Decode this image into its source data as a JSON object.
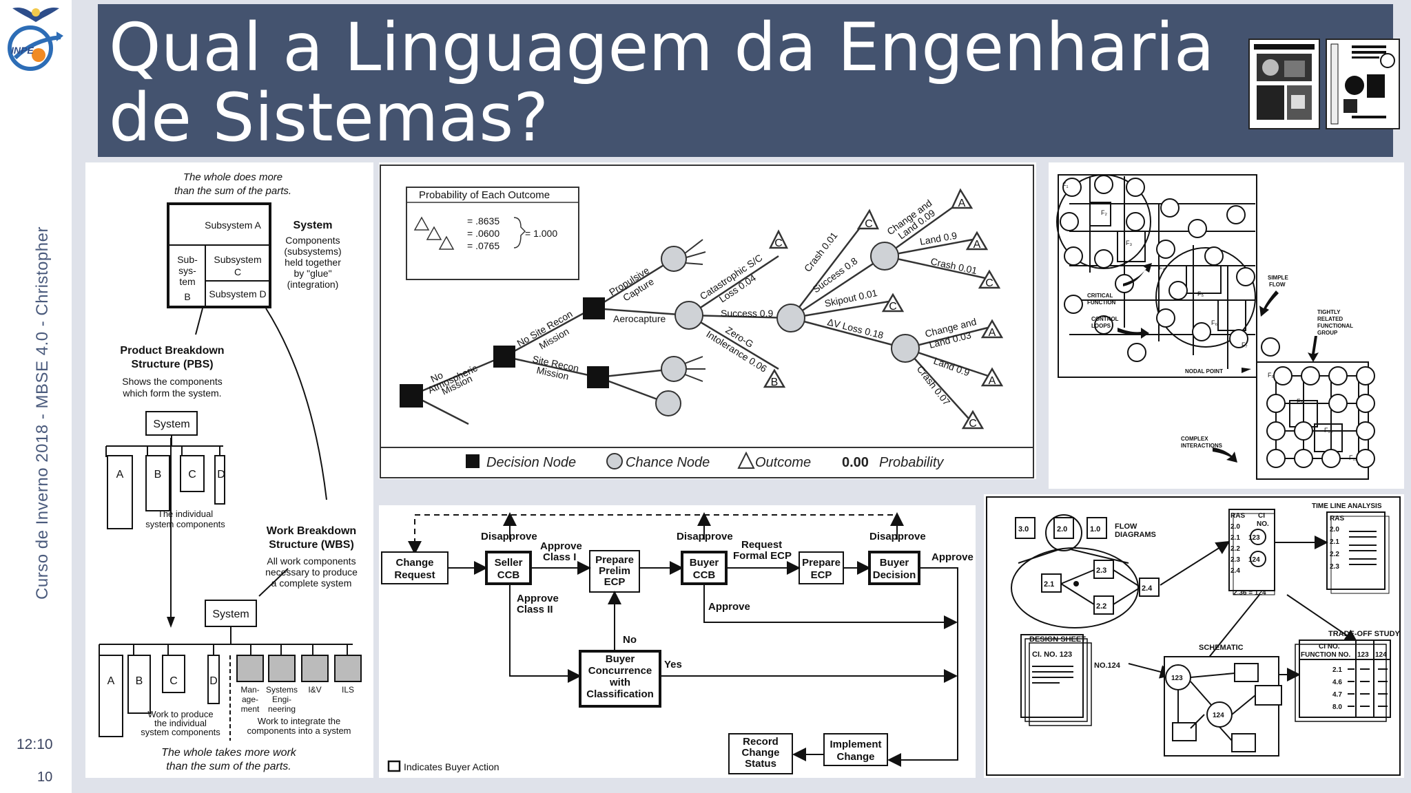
{
  "slide": {
    "title": "Qual a Linguagem da Engenharia de Sistemas?",
    "side_text": "Curso de Inverno 2018 - MBSE 4.0 - Christopher",
    "time": "12:10",
    "page_number": "10",
    "logo_text": "INPE"
  },
  "pbs_wbs": {
    "top_caption_1": "The whole does more",
    "top_caption_2": "than the sum of the parts.",
    "subsystem_a": "Subsystem A",
    "sub_sys_tem": [
      "Sub-",
      "sys-",
      "tem",
      "B"
    ],
    "subsystem_c": [
      "Subsystem",
      "C"
    ],
    "subsystem_d": "Subsystem D",
    "system_heading": "System",
    "system_desc": [
      "Components",
      "(subsystems)",
      "held together",
      "by \"glue\"",
      "(integration)"
    ],
    "pbs_title": [
      "Product Breakdown",
      "Structure (PBS)"
    ],
    "pbs_desc": [
      "Shows the components",
      "which form the system."
    ],
    "system_box": "System",
    "comp_labels": [
      "A",
      "B",
      "C",
      "D"
    ],
    "individual_caption": [
      "The individual",
      "system components"
    ],
    "wbs_title": [
      "Work Breakdown",
      "Structure (WBS)"
    ],
    "wbs_desc": [
      "All work components",
      "necessary to produce",
      "a complete system"
    ],
    "wbs_system_box": "System",
    "work_labels": [
      "A",
      "B",
      "C",
      "D"
    ],
    "work_extra": [
      [
        "Man-",
        "age-",
        "ment"
      ],
      [
        "Systems",
        "Engi-",
        "neering"
      ],
      [
        "I&V"
      ],
      [
        "ILS"
      ]
    ],
    "work_produce_caption": [
      "Work to produce",
      "the individual",
      "system components"
    ],
    "work_integrate_caption": [
      "Work to integrate the",
      "components into a system"
    ],
    "bottom_caption_1": "The whole takes more  work",
    "bottom_caption_2": "than the sum of the parts."
  },
  "decision_tree": {
    "legend_title": "Probability of Each Outcome",
    "legend_values": [
      "= .8635",
      "= .0600",
      "= .0765"
    ],
    "legend_total": "= 1.000",
    "branch_labels": {
      "no_atmos": [
        "No",
        "Atmospheric",
        "Mission"
      ],
      "no_site": [
        "No Site Recon",
        "Mission"
      ],
      "site_recon": [
        "Site Recon",
        "Mission"
      ],
      "propulsive": [
        "Propulsive",
        "Capture"
      ],
      "aerocapture": "Aerocapture",
      "catastrophic": [
        "Catastrophic S/C",
        "Loss 0.04"
      ],
      "success_09": "Success 0.9",
      "zero_g": [
        "Zero-G",
        "Intolerance 0.06"
      ],
      "crash_001": "Crash 0.01",
      "success_08": "Success 0.8",
      "skipout": "Skipout 0.01",
      "dv_loss": "ΔV Loss 0.18",
      "change_land_009": [
        "Change and",
        "Land 0.09"
      ],
      "land_09a": "Land 0.9",
      "crash_001b": "Crash 0.01",
      "change_land_003": [
        "Change and",
        "Land 0.03"
      ],
      "land_09b": "Land 0.9",
      "crash_007": "Crash 0.07"
    },
    "outcomes": [
      "A",
      "B",
      "C"
    ],
    "legend_bottom": {
      "decision": "Decision Node",
      "chance": "Chance Node",
      "outcome": "Outcome",
      "prob_value": "0.00",
      "prob_label": "Probability"
    }
  },
  "functional_blocks": {
    "labels": {
      "critical": [
        "CRITICAL",
        "FUNCTION"
      ],
      "control": [
        "CONTROL",
        "LOOPS"
      ],
      "simple": [
        "SIMPLE",
        "FLOW"
      ],
      "tightly": [
        "TIGHTLY",
        "RELATED",
        "FUNCTIONAL",
        "GROUP"
      ],
      "nodal": "NODAL POINT",
      "complex": [
        "COMPLEX",
        "INTERACTIONS"
      ]
    },
    "function_ids": [
      "F₁",
      "F₂",
      "F₃",
      "F₄",
      "F₅",
      "F₆",
      "F₇",
      "F₈",
      "F₉",
      "F₁₀",
      "F₁₁"
    ]
  },
  "ecp_flow": {
    "change_request": [
      "Change",
      "Request"
    ],
    "seller_ccb": [
      "Seller",
      "CCB"
    ],
    "prepare_prelim": [
      "Prepare",
      "Prelim",
      "ECP"
    ],
    "buyer_ccb": [
      "Buyer",
      "CCB"
    ],
    "prepare_ecp": [
      "Prepare",
      "ECP"
    ],
    "buyer_decision": [
      "Buyer",
      "Decision"
    ],
    "buyer_concurrence": [
      "Buyer",
      "Concurrence",
      "with",
      "Classification"
    ],
    "record_change": [
      "Record",
      "Change",
      "Status"
    ],
    "implement_change": [
      "Implement",
      "Change"
    ],
    "disapprove": "Disapprove",
    "approve_class_1": [
      "Approve",
      "Class I"
    ],
    "approve_class_2": [
      "Approve",
      "Class II"
    ],
    "request_formal": [
      "Request",
      "Formal ECP"
    ],
    "approve": "Approve",
    "no": "No",
    "yes": "Yes",
    "legend": "Indicates Buyer Action"
  },
  "design_docs": {
    "flow_diagrams": [
      "FLOW",
      "DIAGRAMS"
    ],
    "time_line": "TIME LINE ANALYSIS",
    "design_sheet": [
      "DESIGN SHEET",
      "CI. NO. 123"
    ],
    "schematic": "SCHEMATIC",
    "trade_off": "TRADE-OFF STUDY",
    "ras": "RAS",
    "ci_no": [
      "CI",
      "NO."
    ],
    "func_ids": [
      "3.0",
      "2.0",
      "1.0",
      "2.1",
      "2.2",
      "2.3",
      "2.4"
    ],
    "ras_rows": [
      "2.0",
      "2.1",
      "2.2",
      "2.3",
      "2.4"
    ],
    "ci_codes": [
      "123",
      "124"
    ],
    "ras_bottom": "2.36 = 124",
    "ds_no": "NO.124",
    "to_header": [
      "CI NO.",
      "FUNCTION NO.",
      "123",
      "124"
    ],
    "to_rows": [
      "2.1",
      "4.6",
      "4.7",
      "8.0"
    ],
    "tl_ras": "RAS",
    "tl_rows": [
      "2.0",
      "2.1",
      "2.2",
      "2.3"
    ]
  },
  "colors": {
    "title_bg": "#44536f",
    "page_bg": "#dfe2ea",
    "side_text": "#4a5a7c",
    "logo_blue": "#2d6db6",
    "logo_orange": "#f08a24"
  }
}
